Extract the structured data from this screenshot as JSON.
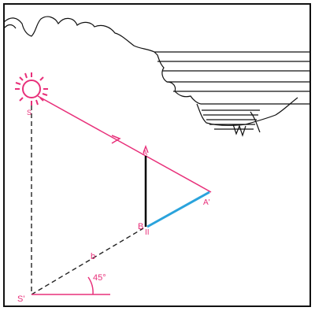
{
  "colors": {
    "frame": "#111111",
    "ray": "#e8307a",
    "pole": "#000000",
    "shadow": "#2aa3dc",
    "construction": "#222222",
    "cloud_stroke": "#111111"
  },
  "labels": {
    "sun_S": "S",
    "sun_ground": "S'",
    "point_A": "A",
    "point_A_shadow": "A'",
    "point_B": "B",
    "point_B_marker": "II",
    "point_b": "b",
    "angle": "45°"
  },
  "icons": {
    "sun": "sun-icon",
    "arrow": "arrow-icon"
  }
}
